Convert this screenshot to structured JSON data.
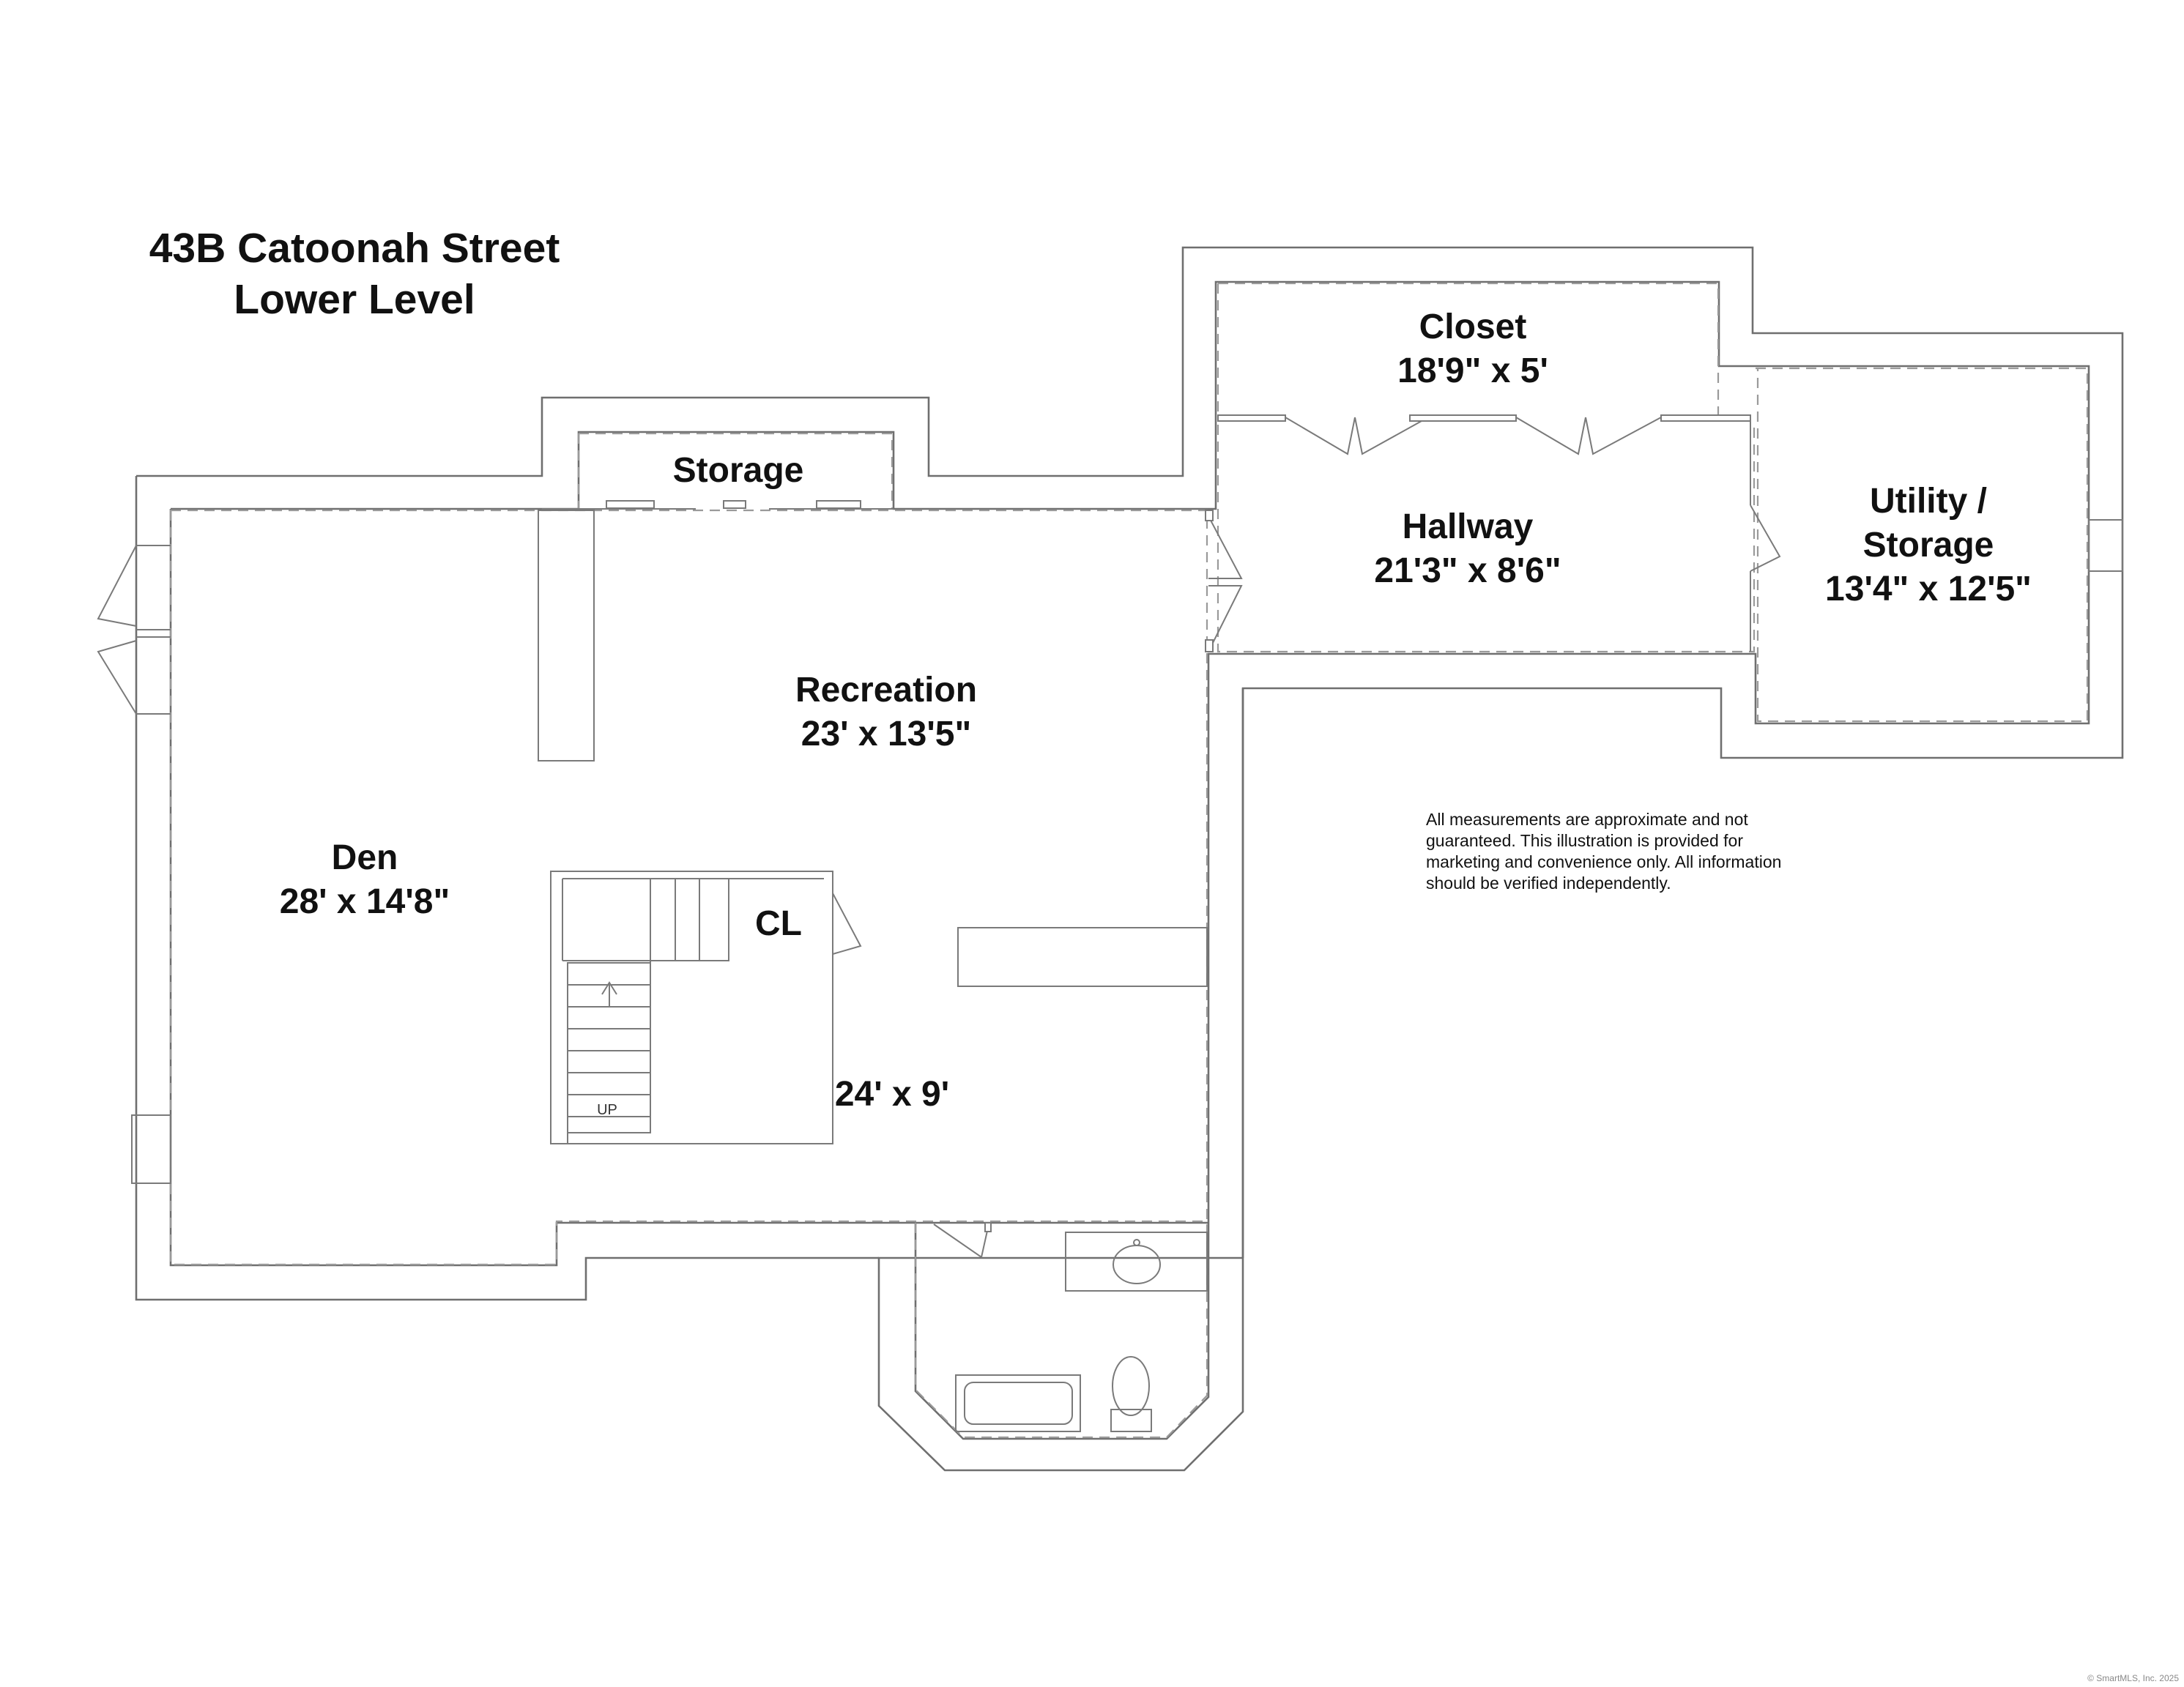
{
  "title": {
    "line1": "43B Catoonah Street",
    "line2": "Lower Level"
  },
  "rooms": {
    "storage": {
      "name": "Storage"
    },
    "closet": {
      "name": "Closet",
      "size": "18'9\" x 5'"
    },
    "hallway": {
      "name": "Hallway",
      "size": "21'3\" x 8'6\""
    },
    "utility": {
      "name_line1": "Utility /",
      "name_line2": "Storage",
      "size": "13'4\" x 12'5\""
    },
    "recreation": {
      "name": "Recreation",
      "size": "23' x 13'5\""
    },
    "den": {
      "name": "Den",
      "size": "28' x 14'8\""
    },
    "cl": {
      "name": "CL"
    },
    "lower_area": {
      "size": "24' x 9'"
    }
  },
  "stairs": {
    "label": "UP"
  },
  "disclaimer": {
    "line1": "All measurements are approximate and not",
    "line2": "guaranteed. This illustration is provided for",
    "line3": "marketing and convenience only. All information",
    "line4": "should be verified independently."
  },
  "copyright": "© SmartMLS, Inc. 2025"
}
